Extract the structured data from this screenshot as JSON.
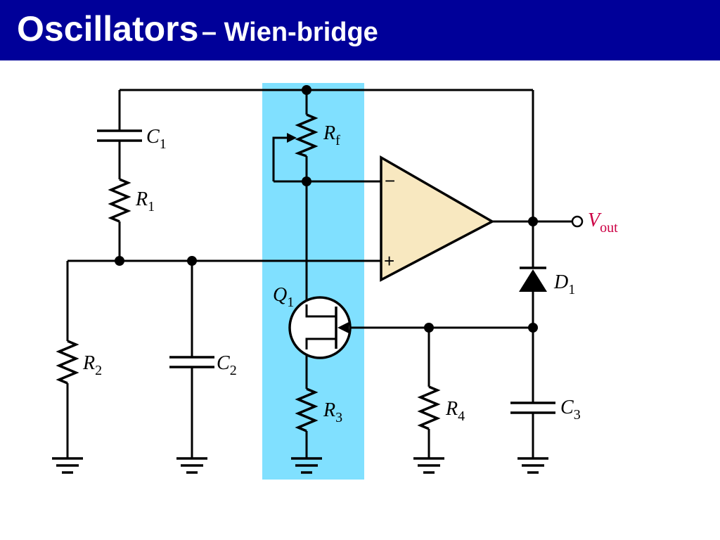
{
  "title": {
    "main": "Oscillators",
    "sub": "– Wien-bridge"
  },
  "colors": {
    "title_bar": "#000099",
    "title_text": "#ffffff",
    "highlight": "#80e0ff",
    "opamp_fill": "#f8e8c0",
    "vout_label": "#cc0044"
  },
  "labels": {
    "c1": {
      "main": "C",
      "sub": "1"
    },
    "r1": {
      "main": "R",
      "sub": "1"
    },
    "r2": {
      "main": "R",
      "sub": "2"
    },
    "c2": {
      "main": "C",
      "sub": "2"
    },
    "rf": {
      "main": "R",
      "sub": "f"
    },
    "q1": {
      "main": "Q",
      "sub": "1"
    },
    "r3": {
      "main": "R",
      "sub": "3"
    },
    "r4": {
      "main": "R",
      "sub": "4"
    },
    "d1": {
      "main": "D",
      "sub": "1"
    },
    "c3": {
      "main": "C",
      "sub": "3"
    },
    "vout": {
      "main": "V",
      "sub": "out"
    }
  },
  "opamp": {
    "inverting": "−",
    "noninverting": "+"
  }
}
